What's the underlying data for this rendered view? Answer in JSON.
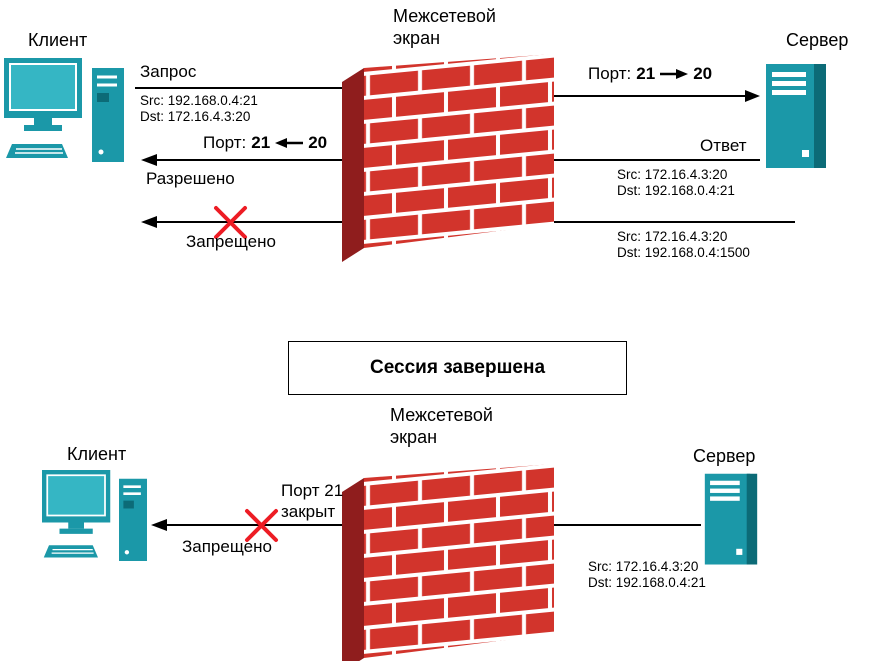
{
  "colors": {
    "device_teal": "#1b98a8",
    "device_teal_dark": "#0c6b77",
    "brick_red": "#d2342c",
    "brick_side_red": "#8f1d1d",
    "mortar_white": "#ffffff",
    "cross_red": "#ed1c24",
    "line_black": "#000000"
  },
  "top": {
    "client_label": "Клиент",
    "firewall_label": {
      "line1": "Межсетевой",
      "line2": "экран"
    },
    "server_label": "Сервер",
    "request": {
      "label": "Запрос",
      "src": "Src: 192.168.0.4:21",
      "dst": "Dst: 172.16.4.3:20"
    },
    "port_out": {
      "prefix": "Порт:",
      "from": "21",
      "to": "20"
    },
    "response": {
      "label": "Ответ",
      "src": "Src: 172.16.4.3:20",
      "dst": "Dst: 192.168.0.4:21"
    },
    "port_in": {
      "prefix": "Порт:",
      "from": "21",
      "to": "20"
    },
    "allowed_label": "Разрешено",
    "denied_label": "Запрещено",
    "blocked": {
      "src": "Src: 172.16.4.3:20",
      "dst": "Dst: 192.168.0.4:1500"
    }
  },
  "session_banner": {
    "label": "Сессия завершена"
  },
  "bottom": {
    "client_label": "Клиент",
    "firewall_label": {
      "line1": "Межсетевой",
      "line2": "экран"
    },
    "server_label": "Сервер",
    "port_closed": {
      "line1": "Порт 21",
      "line2": "закрыт"
    },
    "denied_label": "Запрещено",
    "blocked": {
      "src": "Src: 172.16.4.3:20",
      "dst": "Dst: 192.168.0.4:21"
    }
  }
}
